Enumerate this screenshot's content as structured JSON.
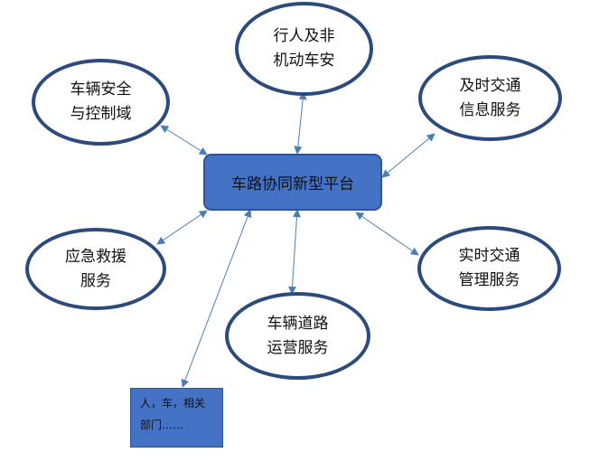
{
  "hub": {
    "label": "车路协同新型平台"
  },
  "nodes": {
    "pedestrian": {
      "line1": "行人及非",
      "line2": "机动车安"
    },
    "vehicle_safety": {
      "line1": "车辆安全",
      "line2": "与控制域"
    },
    "traffic_info": {
      "line1": "及时交通",
      "line2": "信息服务"
    },
    "emergency": {
      "line1": "应急救援",
      "line2": "服务"
    },
    "traffic_management": {
      "line1": "实时交通",
      "line2": "管理服务"
    },
    "road_operation": {
      "line1": "车辆道路",
      "line2": "运营服务"
    }
  },
  "stakeholders": {
    "line1": "人，车，相关",
    "line2": "部门……"
  },
  "colors": {
    "ellipse_border": "#2b4b7c",
    "hub_fill": "#4472c4",
    "hub_border": "#2f5597",
    "connector": "#4a7ebb"
  }
}
